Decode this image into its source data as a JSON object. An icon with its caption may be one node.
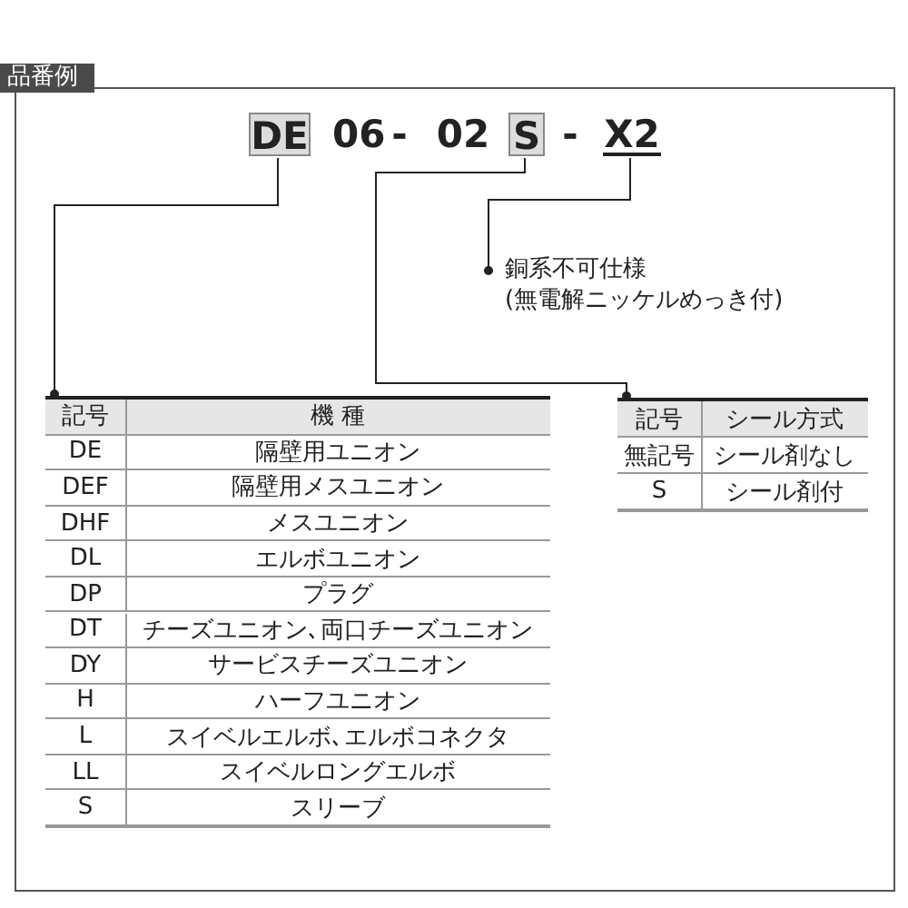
{
  "diagram": {
    "nodes": [
      {
        "text": [
          "品番例"
        ]
      },
      {
        "text": [
          "DE"
        ],
        "in": 0
      },
      {
        "text": [
          "S"
        ],
        "in": 0
      },
      {
        "text": [
          "X2"
        ],
        "in": 0
      },
      {
        "text": [
          "銅系不可仕様 (無電解ニッケルめっき付)"
        ],
        "in": 0
      },
      {
        "text": [],
        "shape": "box",
        "in": 0
      },
      {
        "text": [],
        "shape": "box",
        "in": 0
      }
    ],
    "edges": [
      {
        "from": 1,
        "to": 5,
        "arrow": "other"
      },
      {
        "from": 2,
        "to": 6,
        "arrow": "other"
      },
      {
        "from": 3,
        "to": 4,
        "arrow": "other"
      }
    ],
    "labels": [
      "06",
      "-",
      "02",
      "-",
      "記号",
      "機 種",
      "DE",
      "隔壁用ユニオン",
      "DEF",
      "隔壁用メスユニオン",
      "DHF",
      "メスユニオン",
      "DL",
      "エルボユニオン",
      "DP",
      "プラグ",
      "DT",
      "チーズユニオン､両口チーズユニオン",
      "DY",
      "サービスチーズユニオン",
      "H",
      "ハーフユニオン",
      "L",
      "スイベルエルボ､エルボコネクタ",
      "LL",
      "スイベルロングエルボ",
      "S",
      "スリーブ",
      "記号",
      "シール方式",
      "無記号",
      "シール剤なし",
      "S",
      "シール剤付"
    ]
  }
}
